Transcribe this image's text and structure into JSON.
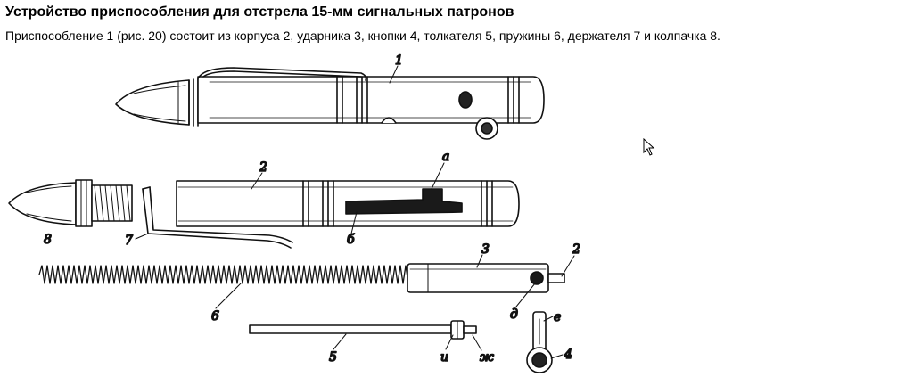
{
  "article": {
    "heading": "Устройство приспособления для отстрела 15-мм сигнальных патронов",
    "paragraph": "Приспособление 1 (рис. 20) состоит из корпуса 2, ударника 3, кнопки 4, толкателя 5, пружины 6, держателя 7 и колпачка 8."
  },
  "figure": {
    "labels": {
      "device": "1",
      "body": "2",
      "body_slot_a": "а",
      "body_slot_b": "б",
      "striker": "3",
      "striker_pin": "2",
      "striker_hole": "д",
      "button": "4",
      "button_tip": "е",
      "pusher": "5",
      "pusher_i": "и",
      "pusher_zh": "ж",
      "spring": "6",
      "holder": "7",
      "cap": "8"
    }
  }
}
